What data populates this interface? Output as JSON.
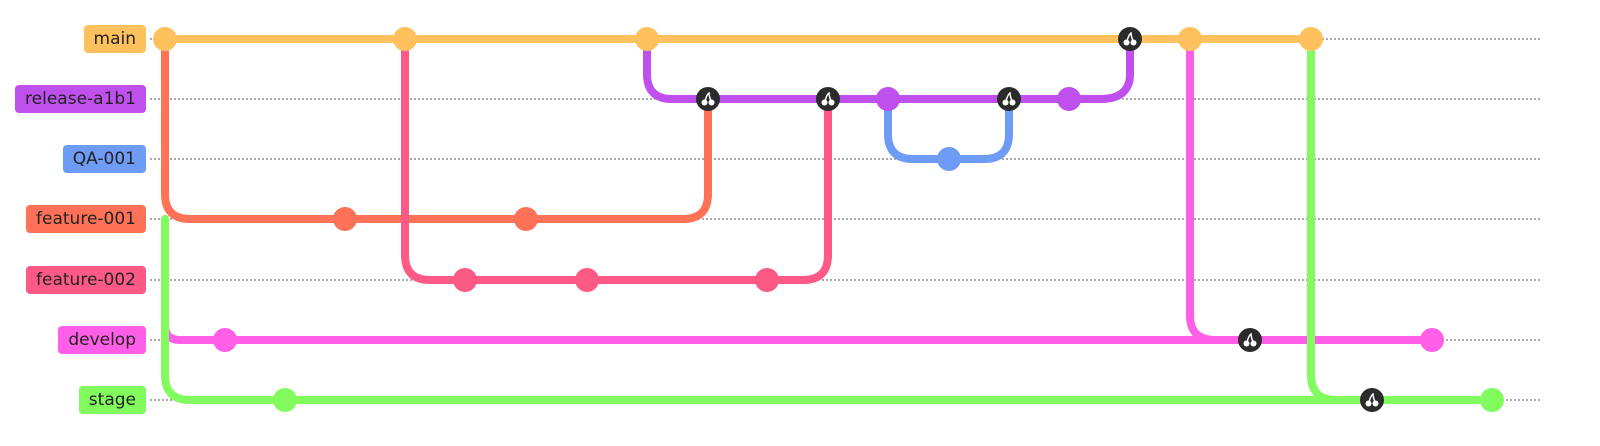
{
  "branches": [
    {
      "key": "main",
      "label": "main",
      "color": "#FFC15E"
    },
    {
      "key": "release",
      "label": "release-a1b1",
      "color": "#C050EE"
    },
    {
      "key": "qa",
      "label": "QA-001",
      "color": "#6E9BF5"
    },
    {
      "key": "feature001",
      "label": "feature-001",
      "color": "#FF7257"
    },
    {
      "key": "feature002",
      "label": "feature-002",
      "color": "#FF5A86"
    },
    {
      "key": "develop",
      "label": "develop",
      "color": "#FF5EE6"
    },
    {
      "key": "stage",
      "label": "stage",
      "color": "#82FB5E"
    }
  ],
  "icons": {
    "cherry_pick": "cherry-pick-icon"
  }
}
